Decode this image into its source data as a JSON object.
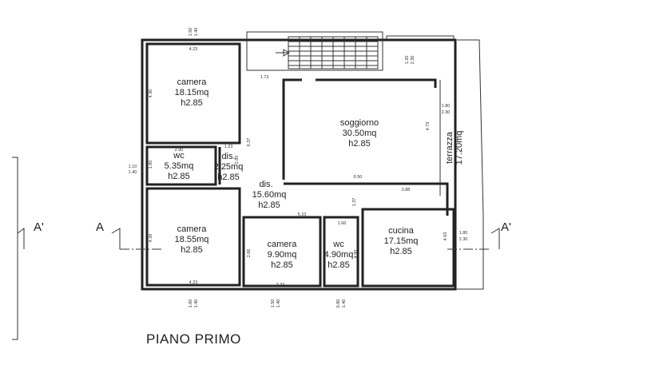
{
  "rooms": [
    {
      "id": "camera-1",
      "name": "camera",
      "area": "18.15mq",
      "height": "h2.85"
    },
    {
      "id": "wc-1",
      "name": "wc",
      "area": "5.35mq",
      "height": "h2.85"
    },
    {
      "id": "dis-1",
      "name": "dis.",
      "area": "2.25mq",
      "height": "h2.85"
    },
    {
      "id": "soggiorno",
      "name": "soggiorno",
      "area": "30.50mq",
      "height": "h2.85"
    },
    {
      "id": "dis-2",
      "name": "dis.",
      "area": "15.60mq",
      "height": "h2.85"
    },
    {
      "id": "camera-2",
      "name": "camera",
      "area": "18.55mq",
      "height": "h2.85"
    },
    {
      "id": "camera-3",
      "name": "camera",
      "area": "9.90mq",
      "height": "h2.85"
    },
    {
      "id": "wc-2",
      "name": "wc",
      "area": "4.90mq",
      "height": "h2.85"
    },
    {
      "id": "cucina",
      "name": "cucina",
      "area": "17.15mq",
      "height": "h2.85"
    }
  ],
  "terrazza": {
    "name": "terrazza",
    "area": "17.20mq"
  },
  "section_marks": {
    "left": "A",
    "right": "A'",
    "far_left": "A'"
  },
  "dimensions": [
    "1.50",
    "1.40",
    "4.23",
    "4.30",
    "1.73",
    "1.20",
    "2.30",
    "1.80",
    "2.30",
    "4.73",
    "2.90",
    "1.23",
    "6.37",
    "1.85",
    "1.10",
    "1.40",
    "2.85",
    "6.50",
    "3.88",
    "1.37",
    "5.10",
    "1.66",
    "4.39",
    "2.66",
    "4.90",
    "4.63",
    "1.80",
    "2.30",
    "4.23",
    "1.60",
    "1.40",
    "3.34",
    "1.50",
    "1.40",
    "0.80",
    "1.40"
  ],
  "title": "PIANO PRIMO"
}
